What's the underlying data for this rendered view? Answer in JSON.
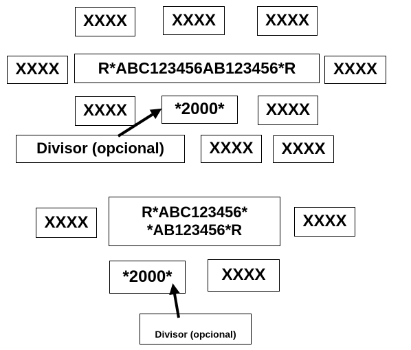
{
  "diagram": {
    "top": {
      "row1": [
        "XXXX",
        "XXXX",
        "XXXX"
      ],
      "row2": {
        "left": "XXXX",
        "code": "R*ABC123456AB123456*R",
        "right": "XXXX"
      },
      "row3": {
        "left": "XXXX",
        "divisor_value": "*2000*",
        "right": "XXXX"
      },
      "row4": {
        "annotation": "Divisor (opcional)",
        "mid": "XXXX",
        "right": "XXXX"
      }
    },
    "bottom": {
      "left": "XXXX",
      "code_line1": "R*ABC123456*",
      "code_line2": "*AB123456*R",
      "right": "XXXX",
      "divisor_value": "*2000*",
      "mid": "XXXX",
      "annotation": "Divisor (opcional)"
    }
  }
}
